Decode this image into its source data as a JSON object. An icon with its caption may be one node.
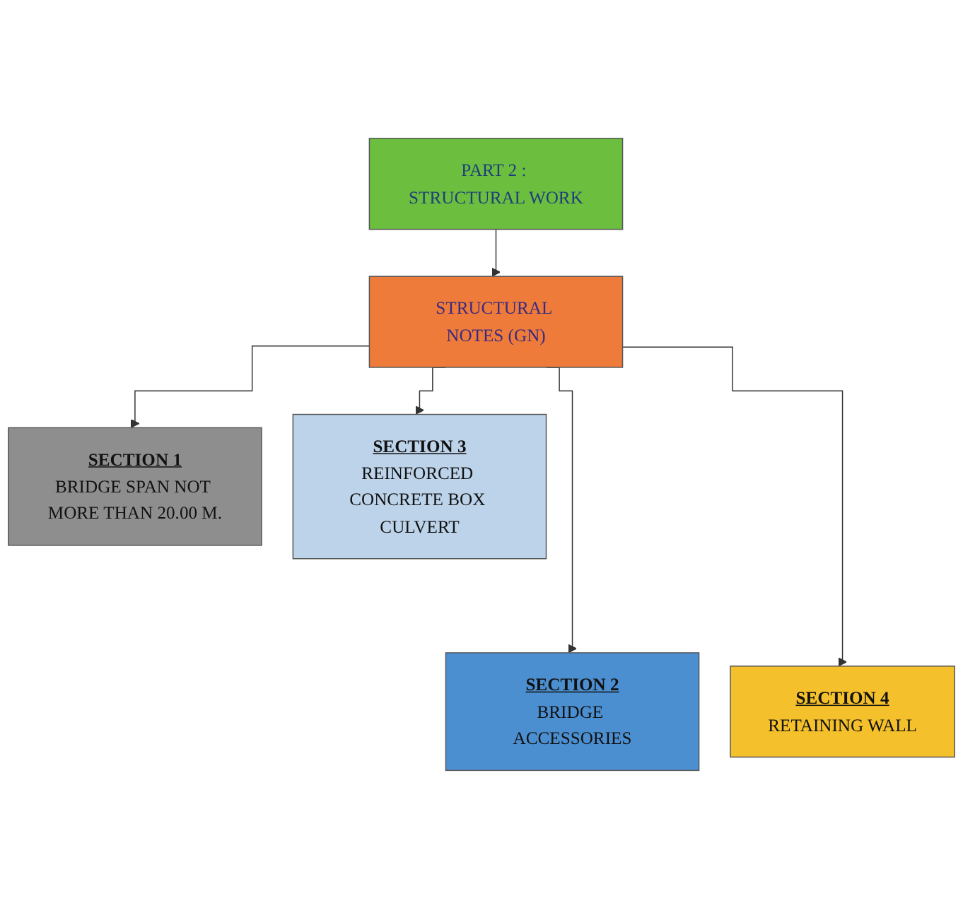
{
  "diagram": {
    "nodes": [
      {
        "text": [
          "PART 2 : STRUCTURAL WORK"
        ]
      },
      {
        "text": [
          "STRUCTURAL NOTES (GN)"
        ]
      },
      {
        "text": [
          "SECTION 1",
          "BRIDGE SPAN NOT MORE THAN 20.00 M."
        ]
      },
      {
        "text": [
          "SECTION 3",
          "REINFORCED CONCRETE BOX CULVERT"
        ]
      },
      {
        "text": [
          "SECTION 2",
          "BRIDGE ACCESSORIES"
        ]
      },
      {
        "text": [
          "SECTION 4",
          "RETAINING WALL"
        ]
      }
    ],
    "edges": [
      {
        "from": 0,
        "to": 1,
        "arrow": "to"
      },
      {
        "from": 1,
        "to": 2,
        "arrow": "to"
      },
      {
        "from": 1,
        "to": 4,
        "arrow": "to"
      },
      {
        "from": 1,
        "to": 3,
        "arrow": "to"
      },
      {
        "from": 1,
        "to": 5,
        "arrow": "to"
      }
    ]
  }
}
